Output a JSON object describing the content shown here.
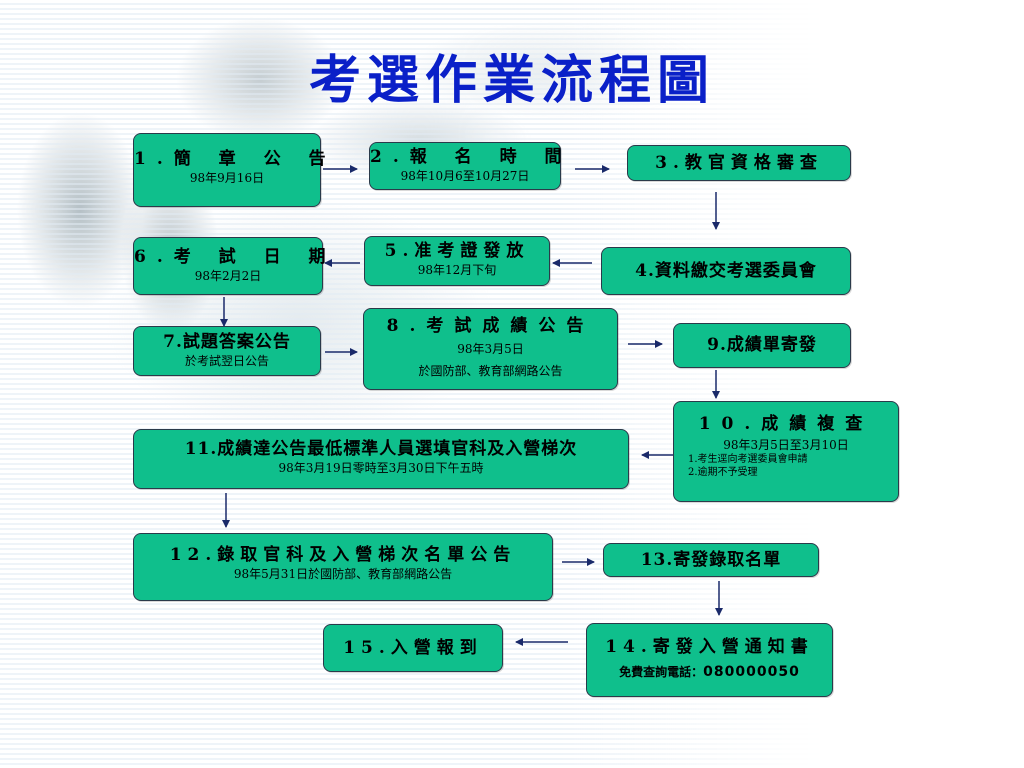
{
  "title": "考選作業流程圖",
  "steps": {
    "s1": {
      "title": "1.簡 章 公 告",
      "sub": "98年9月16日"
    },
    "s2": {
      "title": "2.報 名 時 間",
      "sub": "98年10月6至10月27日"
    },
    "s3": {
      "title": "3.教官資格審查"
    },
    "s4": {
      "title": "4.資料繳交考選委員會"
    },
    "s5": {
      "title": "5.准考證發放",
      "sub": "98年12月下旬"
    },
    "s6": {
      "title": "6.考 試 日 期",
      "sub": "98年2月2日"
    },
    "s7": {
      "title": "7.試題答案公告",
      "sub": "於考試翌日公告"
    },
    "s8": {
      "title": "8.考試成績公告",
      "sub1": "98年3月5日",
      "sub2": "於國防部、教育部網路公告"
    },
    "s9": {
      "title": "9.成績單寄發"
    },
    "s10": {
      "title": "10.成績複查",
      "sub": "98年3月5日至3月10日",
      "notes": [
        "1.考生逕向考選委員會申請",
        "2.逾期不予受理"
      ]
    },
    "s11": {
      "title": "11.成績達公告最低標準人員選填官科及入營梯次",
      "sub": "98年3月19日零時至3月30日下午五時"
    },
    "s12": {
      "title": "12.錄取官科及入營梯次名單公告",
      "sub": "98年5月31日於國防部、教育部網路公告"
    },
    "s13": {
      "title": "13.寄發錄取名單"
    },
    "s14": {
      "title": "14.寄發入營通知書",
      "phone_label": "免費查詢電話：",
      "phone": "080000050"
    },
    "s15": {
      "title": "15.入營報到"
    }
  }
}
